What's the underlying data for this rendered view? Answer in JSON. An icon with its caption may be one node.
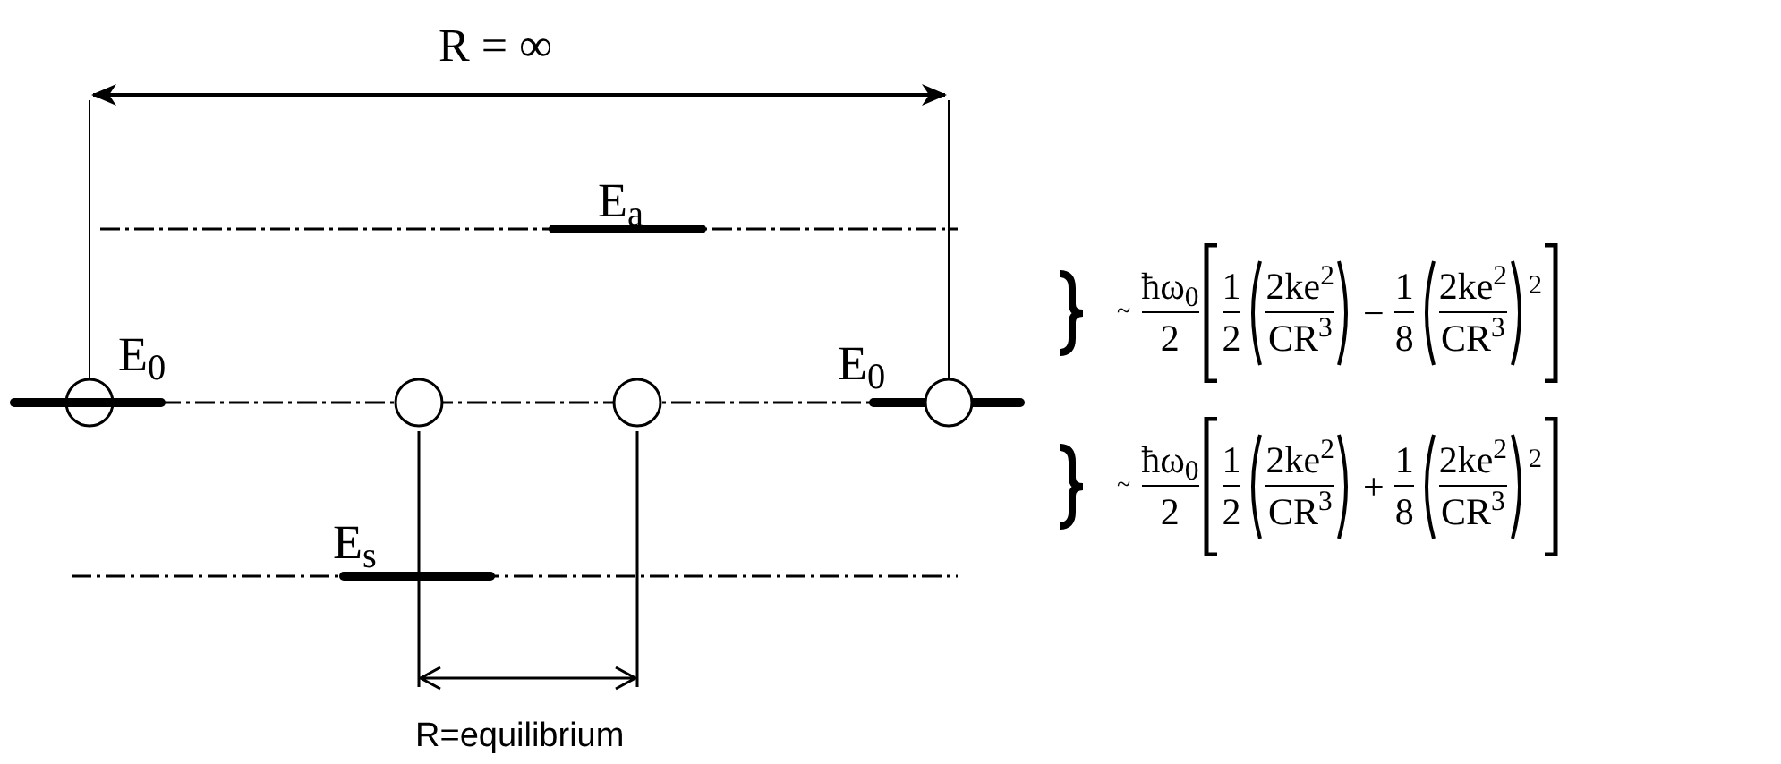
{
  "diagram": {
    "labels": [
      "R = ∞",
      "E$_{a}$",
      "~",
      "ħω$_{0}$",
      "2",
      "1",
      "2",
      "2ke$^{2}$",
      "CR$^{3}$",
      "−",
      "1",
      "8",
      "2ke$^{2}$",
      "CR$^{3}$",
      "2",
      "E$_{0}$",
      "E$_{0}$",
      "~",
      "ħω$_{0}$",
      "2",
      "1",
      "2",
      "2ke$^{2}$",
      "CR$^{3}$",
      "+",
      "1",
      "8",
      "2ke$^{2}$",
      "CR$^{3}$",
      "2",
      "E$_{s}$",
      "R=equilibrium"
    ]
  }
}
